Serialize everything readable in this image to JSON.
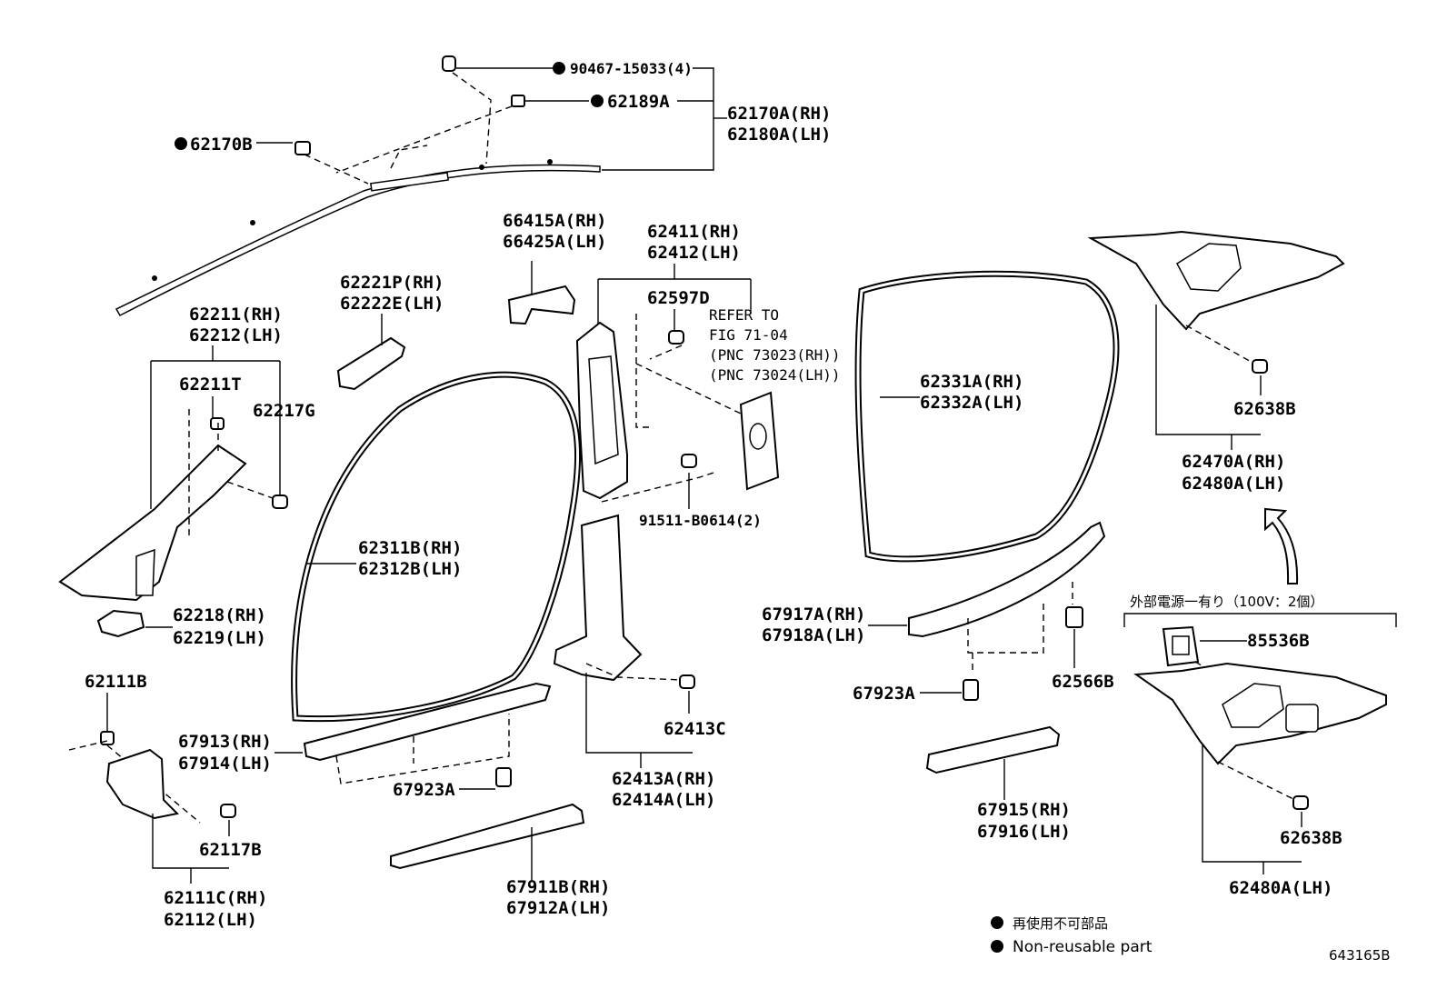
{
  "diagram_id": "643165B",
  "legend": {
    "japanese": "再使用不可部品",
    "english": "Non-reusable part"
  },
  "external_power_note": "外部電源一有り（100V：2個）",
  "refer_note": [
    "REFER TO",
    "FIG 71-04",
    "(PNC 73023(RH))",
    "(PNC 73024(LH))"
  ],
  "labels": {
    "p90467": "90467-15033(4)",
    "p62189a": "62189A",
    "p62170a": "62170A(RH)",
    "p62180a": "62180A(LH)",
    "p62170b": "62170B",
    "p66415a": "66415A(RH)",
    "p66425a": "66425A(LH)",
    "p62411": "62411(RH)",
    "p62412": "62412(LH)",
    "p62597d": "62597D",
    "p62221p": "62221P(RH)",
    "p62222e": "62222E(LH)",
    "p62211": "62211(RH)",
    "p62212": "62212(LH)",
    "p62211t": "62211T",
    "p62217g": "62217G",
    "p62331a": "62331A(RH)",
    "p62332a": "62332A(LH)",
    "p62638b_top": "62638B",
    "p62470a": "62470A(RH)",
    "p62480a_top": "62480A(LH)",
    "p91511": "91511-B0614(2)",
    "p62311b": "62311B(RH)",
    "p62312b": "62312B(LH)",
    "p62218": "62218(RH)",
    "p62219": "62219(LH)",
    "p67917a": "67917A(RH)",
    "p67918a": "67918A(LH)",
    "p85536b": "85536B",
    "p62111b": "62111B",
    "p67923a_right": "67923A",
    "p62566b": "62566B",
    "p62413c": "62413C",
    "p67913": "67913(RH)",
    "p67914": "67914(LH)",
    "p62413a": "62413A(RH)",
    "p62414a": "62414A(LH)",
    "p67923a_left": "67923A",
    "p62117b": "62117B",
    "p67915": "67915(RH)",
    "p67916": "67916(LH)",
    "p62638b_bottom": "62638B",
    "p62480a_bottom": "62480A(LH)",
    "p62111c": "62111C(RH)",
    "p62112": "62112(LH)",
    "p67911b": "67911B(RH)",
    "p67912a": "67912A(LH)"
  }
}
